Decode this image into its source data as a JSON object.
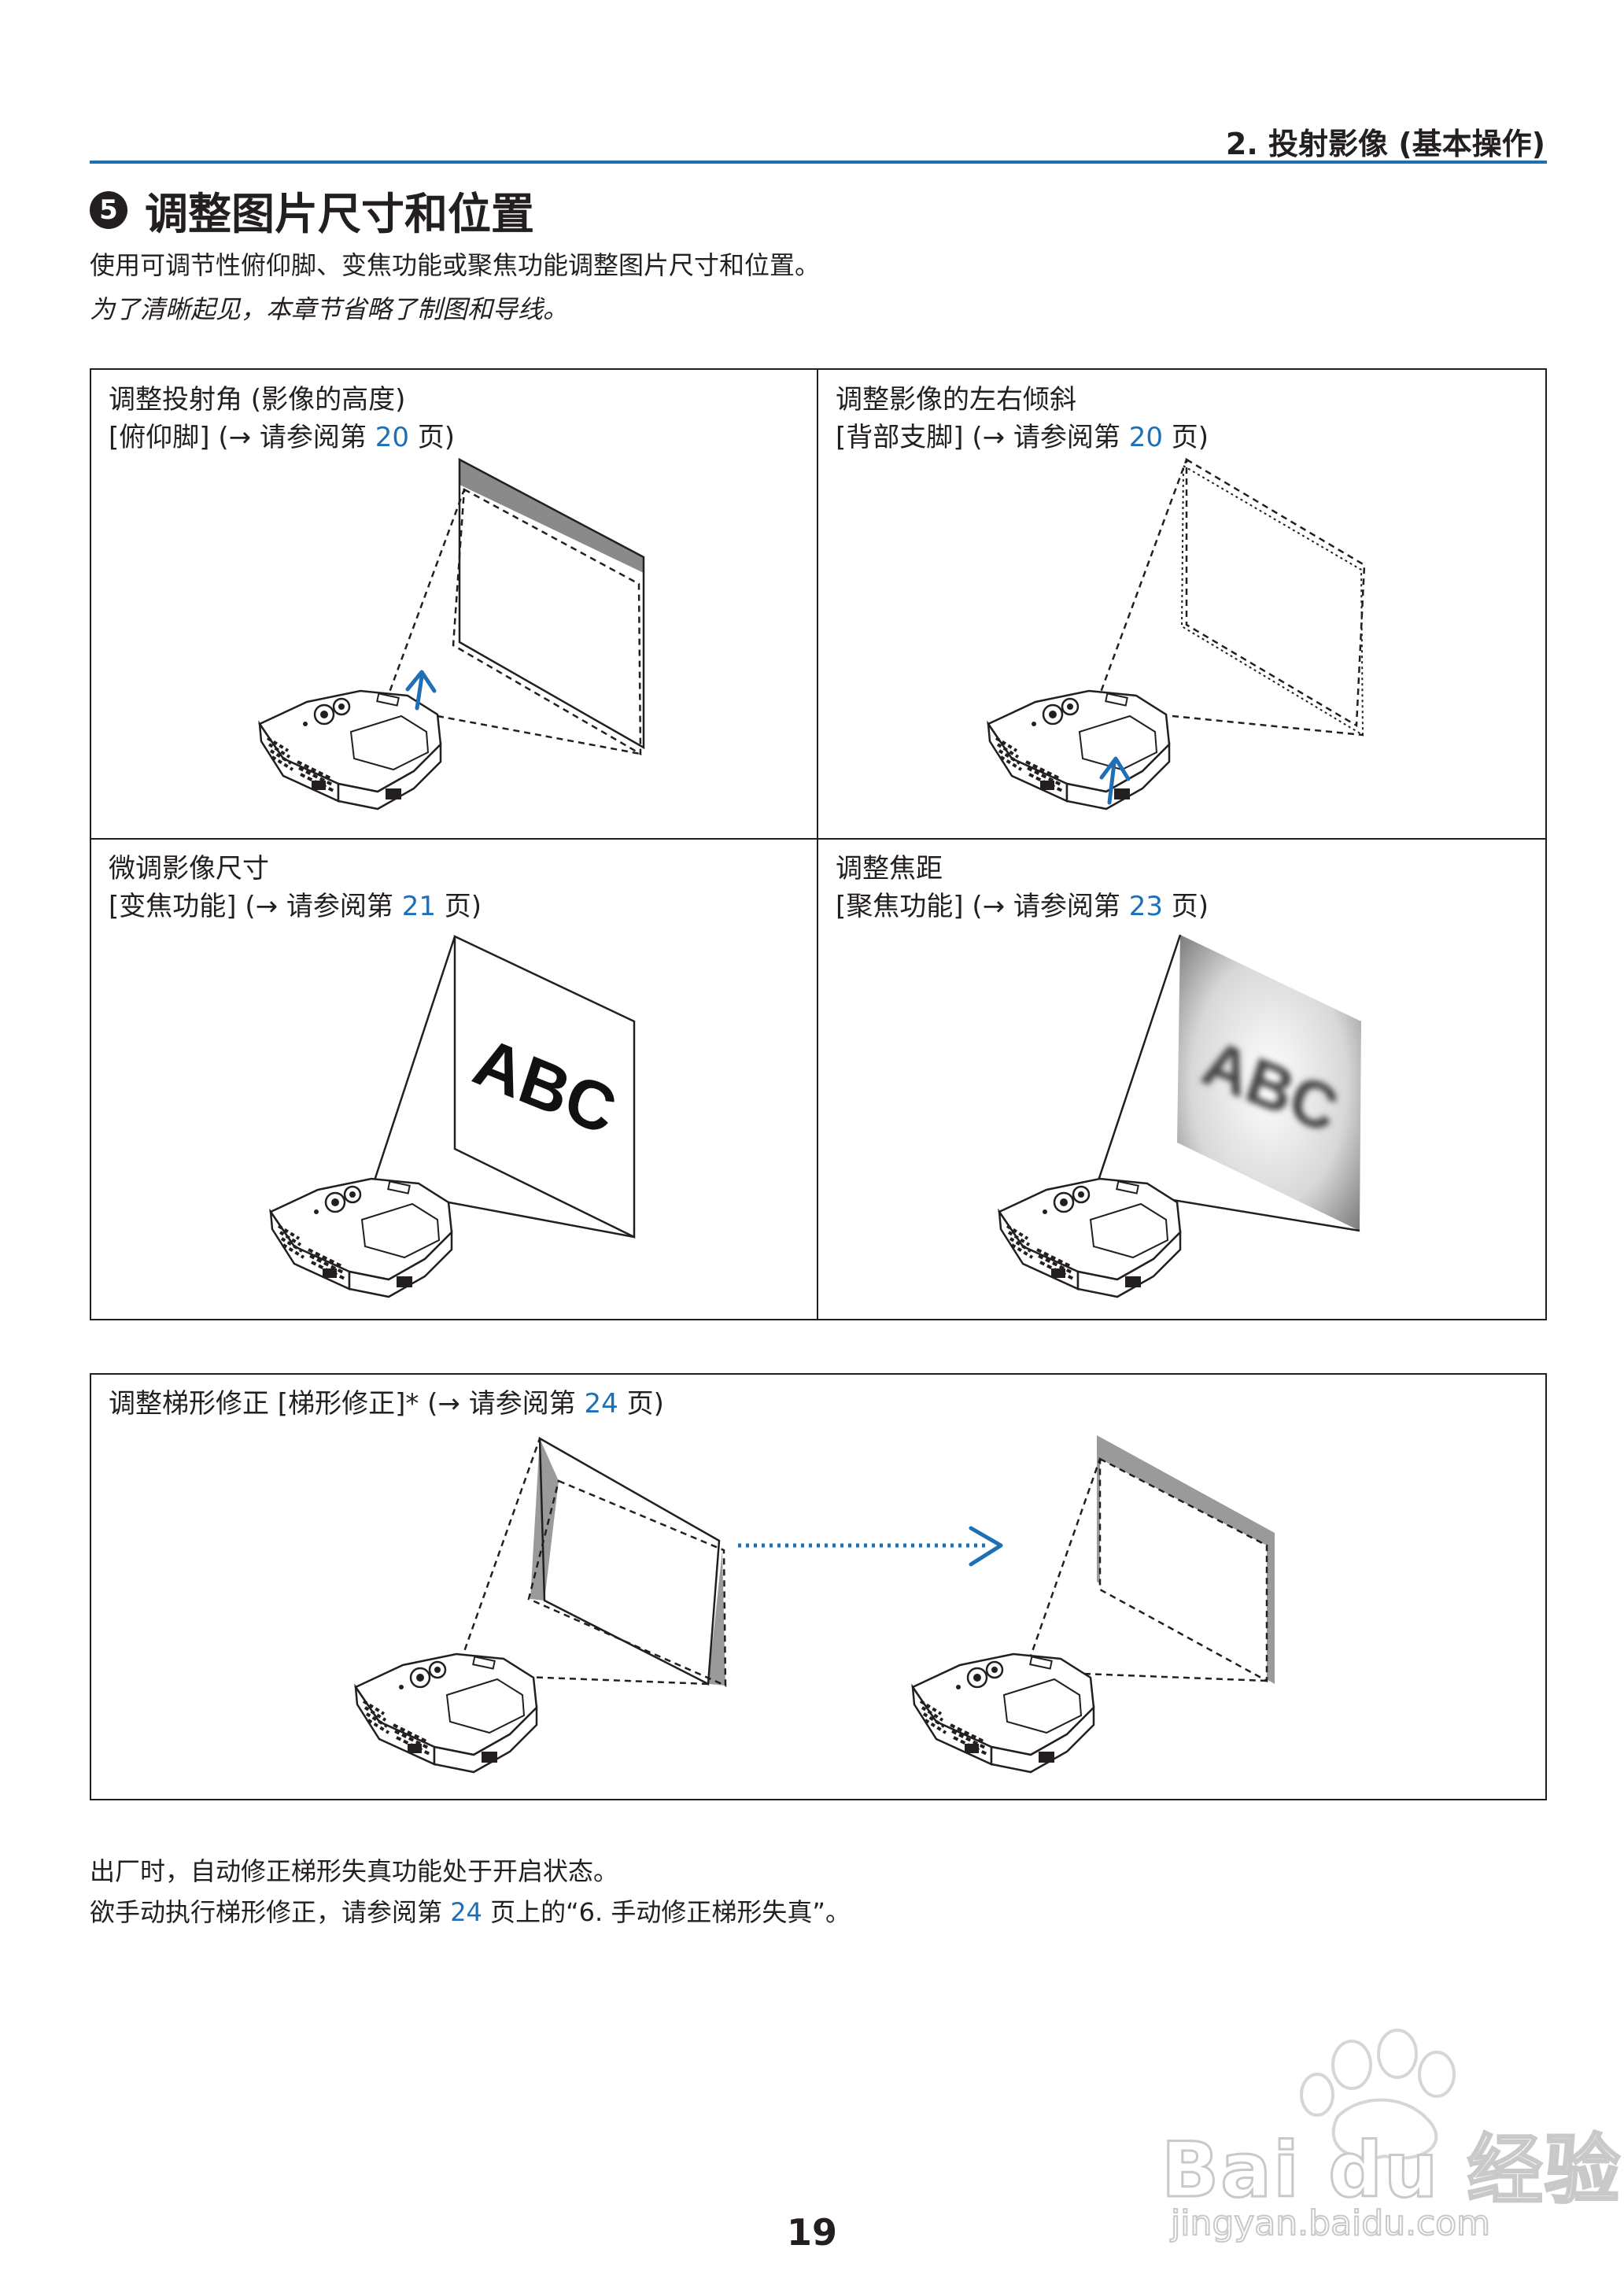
{
  "header": {
    "section_label": "2. 投射影像 (基本操作)"
  },
  "title": {
    "number": "5",
    "text": "调整图片尺寸和位置"
  },
  "intro": "使用可调节性俯仰脚、变焦功能或聚焦功能调整图片尺寸和位置。",
  "note": "为了清晰起见，本章节省略了制图和导线。",
  "cells": [
    {
      "line1": "调整投射角 (影像的高度)",
      "line2_prefix": "[俯仰脚] (→ 请参阅第 ",
      "page": "20",
      "line2_suffix": " 页)"
    },
    {
      "line1": "调整影像的左右倾斜",
      "line2_prefix": "[背部支脚] (→ 请参阅第 ",
      "page": "20",
      "line2_suffix": " 页)"
    },
    {
      "line1": "微调影像尺寸",
      "line2_prefix": "[变焦功能] (→ 请参阅第 ",
      "page": "21",
      "line2_suffix": " 页)"
    },
    {
      "line1": "调整焦距",
      "line2_prefix": "[聚焦功能] (→ 请参阅第 ",
      "page": "23",
      "line2_suffix": " 页)"
    }
  ],
  "keystone": {
    "prefix": "调整梯形修正 [梯形修正]* (→ 请参阅第 ",
    "page": "24",
    "suffix": " 页)"
  },
  "screen_text": {
    "sharp": "ABC",
    "blurred": "ABC"
  },
  "footer": {
    "line1": "出厂时，自动修正梯形失真功能处于开启状态。",
    "line2_prefix": "欲手动执行梯形修正，请参阅第 ",
    "line2_page": "24",
    "line2_suffix": " 页上的“6. 手动修正梯形失真”。"
  },
  "page_number": "19",
  "watermark": {
    "brand": "Bai du 经验",
    "url": "jingyan.baidu.com"
  },
  "colors": {
    "accent": "#1f6fb7",
    "text": "#231f20"
  }
}
